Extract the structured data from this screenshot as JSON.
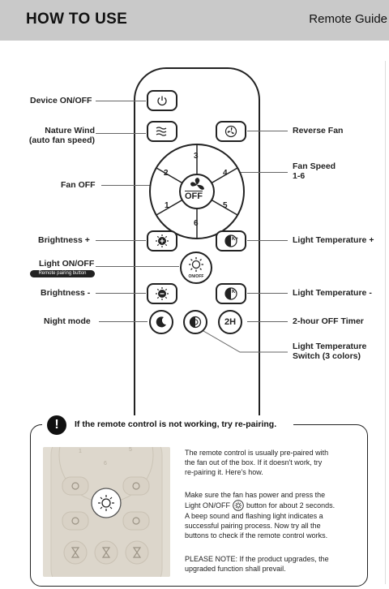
{
  "header": {
    "title": "HOW TO USE",
    "right": "Remote Guide"
  },
  "remote": {
    "fan_off_label": "OFF",
    "speeds": [
      "1",
      "2",
      "3",
      "4",
      "5",
      "6"
    ],
    "on_off_small": "ON/OFF",
    "temp_plus": "K+",
    "temp_minus": "K-",
    "timer": "2H"
  },
  "labels": {
    "device_onoff": "Device ON/OFF",
    "nature_wind_1": "Nature Wind",
    "nature_wind_2": "(auto fan speed)",
    "reverse_fan": "Reverse Fan",
    "fan_speed_1": "Fan Speed",
    "fan_speed_2": "1-6",
    "fan_off": "Fan OFF",
    "brightness_plus": "Brightness +",
    "light_temp_plus": "Light Temperature +",
    "light_onoff": "Light ON/OFF",
    "pairing_badge": "Remote pairing button",
    "brightness_minus": "Brightness -",
    "light_temp_minus": "Light Temperature -",
    "night_mode": "Night mode",
    "timer": "2-hour OFF Timer",
    "temp_switch_1": "Light Temperature",
    "temp_switch_2": "Switch (3 colors)"
  },
  "panel": {
    "title": "If the remote control is not working, try re-pairing.",
    "p1": [
      "The remote control is usually pre-paired with",
      "the fan out of the box. If it doesn't work, try",
      "re-pairing it. Here's how."
    ],
    "p2_line1": "Make sure the fan has power and press the",
    "p2_line2a": "Light ON/OFF",
    "p2_line2b": "button for about 2 seconds.",
    "p2_rest": [
      "A beep sound and flashing light indicates a",
      "successful pairing process. Now try all the",
      "buttons to check if the remote control works."
    ],
    "p3": [
      "PLEASE NOTE: If the product upgrades, the",
      "upgraded function shall prevail."
    ],
    "photo_nums": [
      "1",
      "5",
      "6"
    ]
  }
}
